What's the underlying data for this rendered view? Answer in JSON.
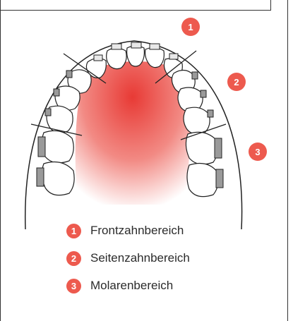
{
  "accent_color": "#ed5a4e",
  "markers": [
    {
      "number": "1",
      "region": "front"
    },
    {
      "number": "2",
      "region": "side"
    },
    {
      "number": "3",
      "region": "molar"
    }
  ],
  "legend": [
    {
      "number": "1",
      "label": "Frontzahnbereich"
    },
    {
      "number": "2",
      "label": "Seitenzahnbereich"
    },
    {
      "number": "3",
      "label": "Molarenbereich"
    }
  ]
}
